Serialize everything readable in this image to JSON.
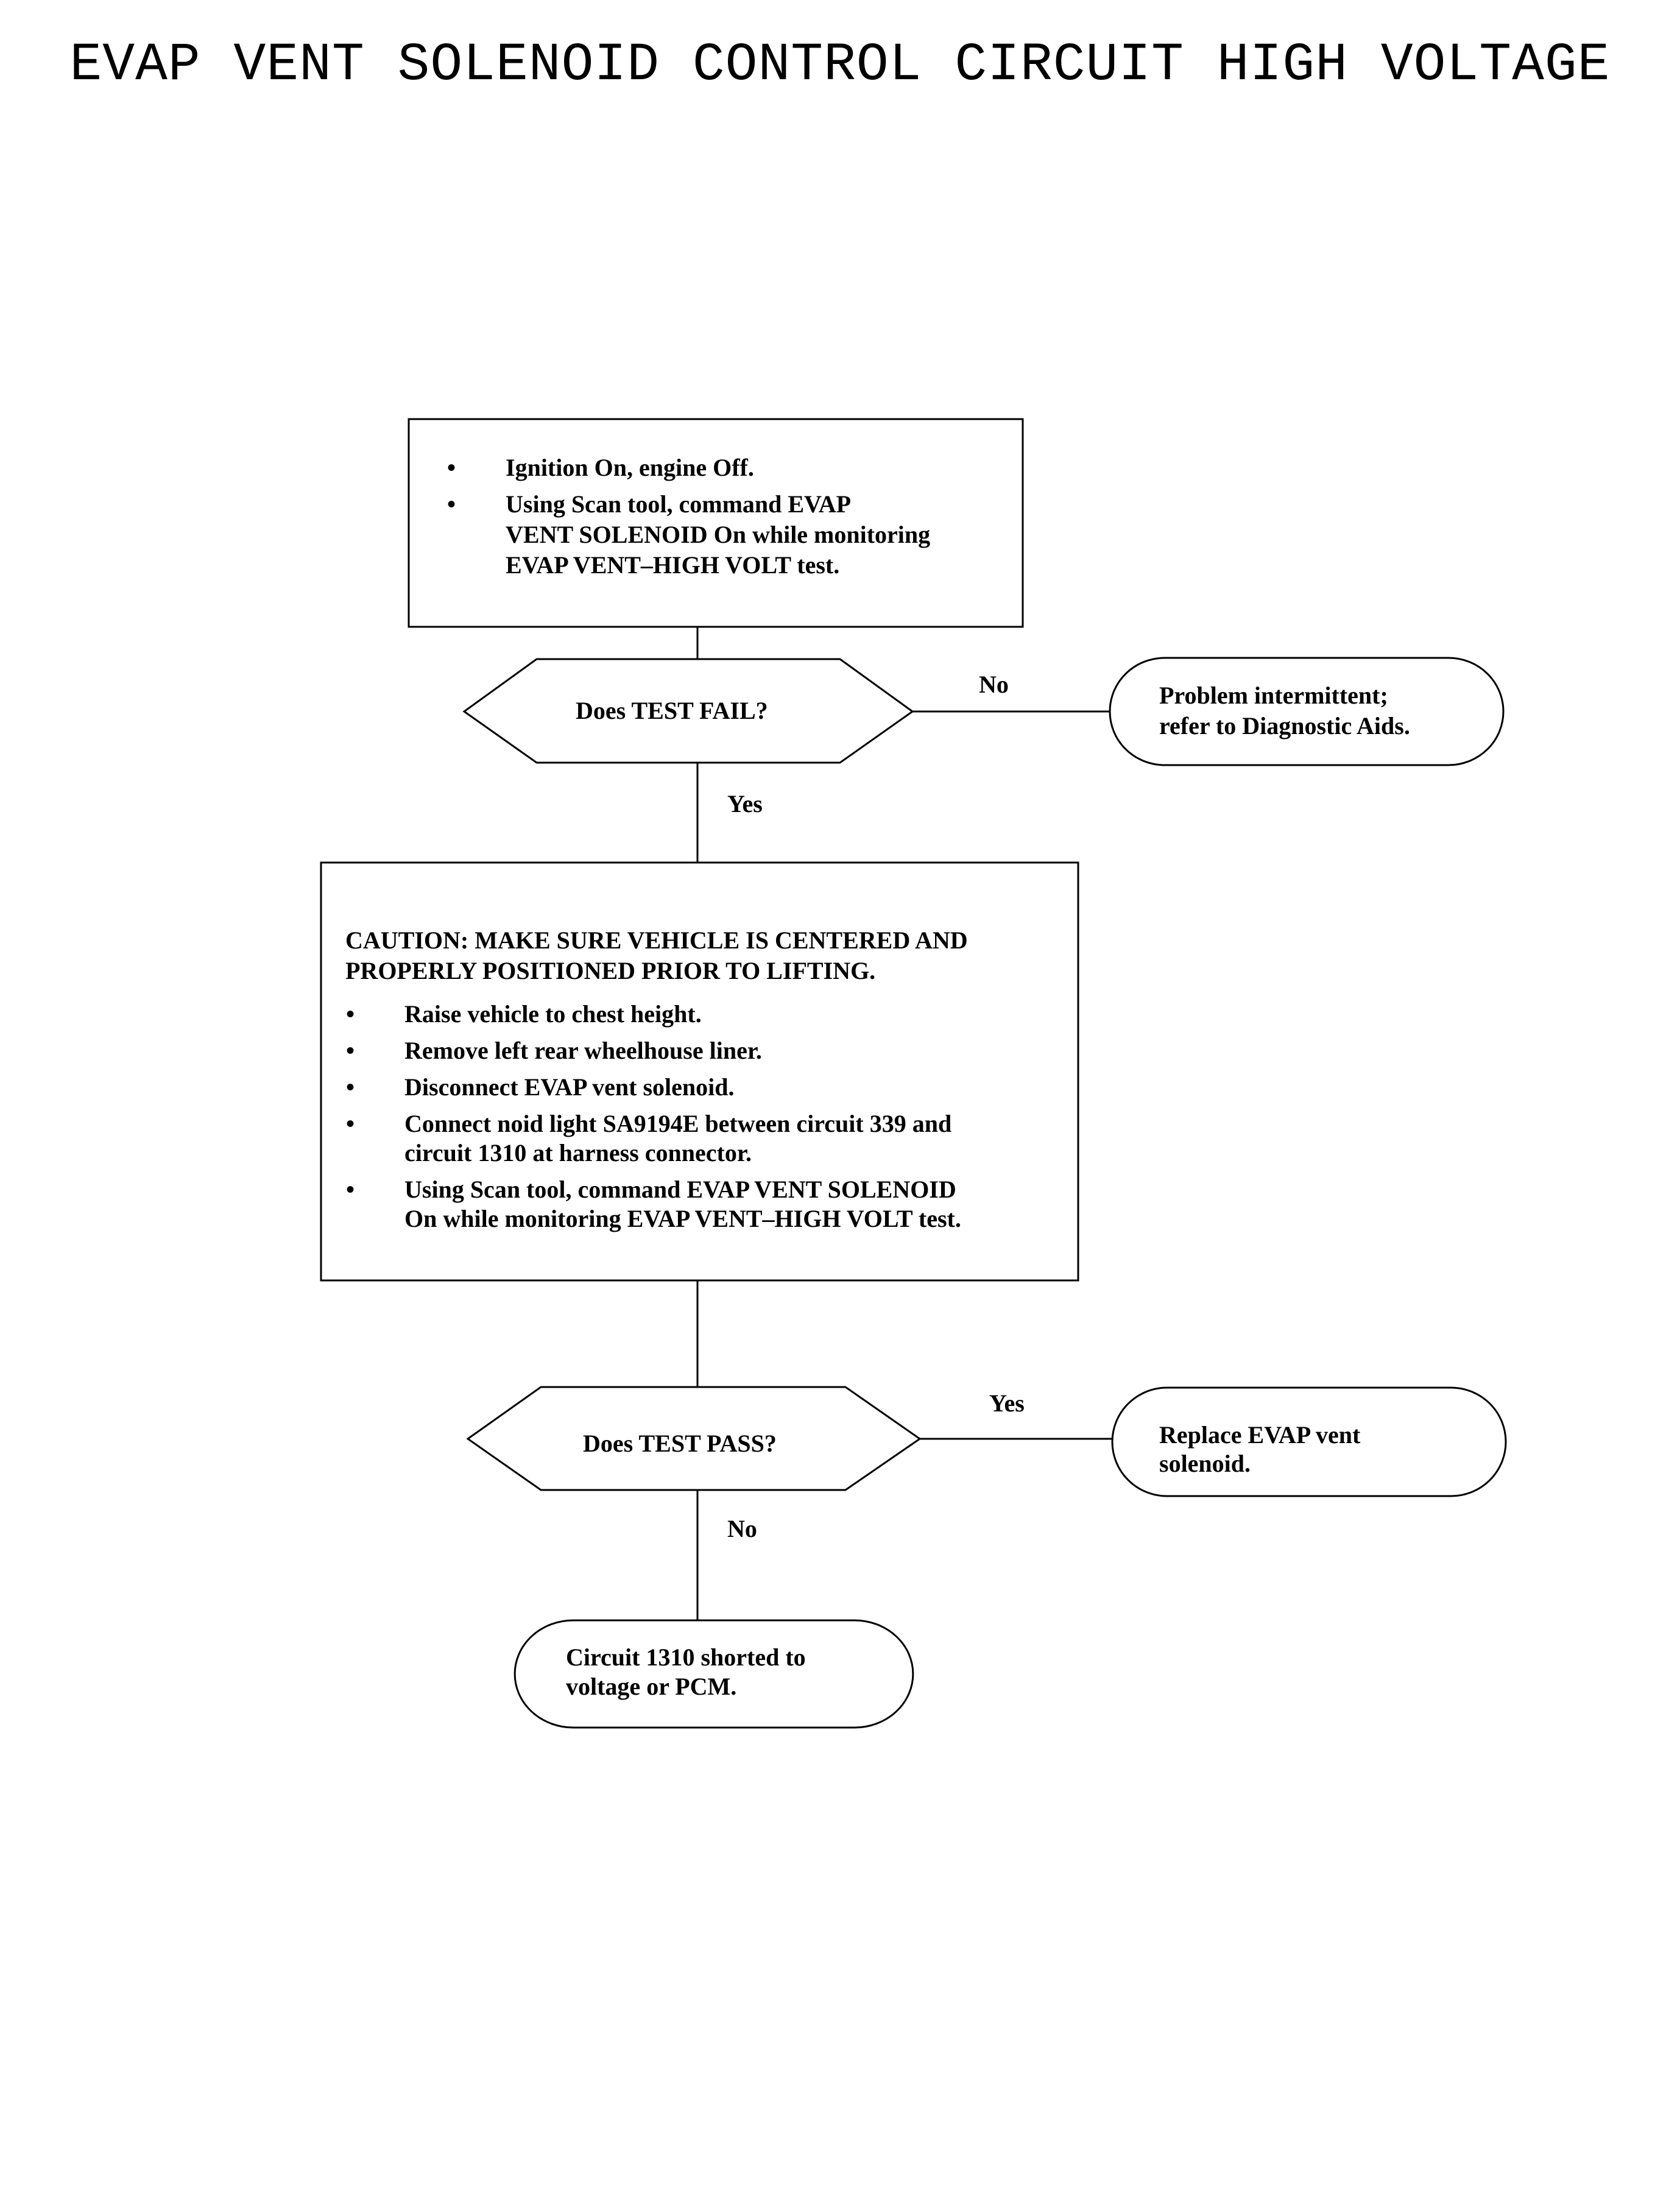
{
  "title": "EVAP VENT SOLENOID CONTROL CIRCUIT HIGH VOLTAGE",
  "step1": {
    "bullets": [
      "Ignition On, engine Off.",
      [
        "Using Scan tool, command EVAP",
        "VENT SOLENOID On while monitoring",
        "EVAP VENT–HIGH VOLT test."
      ]
    ]
  },
  "decision1": {
    "question": "Does TEST FAIL?",
    "no_label": "No",
    "yes_label": "Yes"
  },
  "result_intermittent": [
    "Problem intermittent;",
    "refer to Diagnostic Aids."
  ],
  "step2": {
    "caution": [
      "CAUTION: MAKE SURE VEHICLE IS CENTERED AND",
      "PROPERLY POSITIONED PRIOR TO LIFTING."
    ],
    "bullets": [
      [
        "Raise vehicle to chest height."
      ],
      [
        "Remove left rear wheelhouse liner."
      ],
      [
        "Disconnect EVAP vent solenoid."
      ],
      [
        "Connect noid light SA9194E between circuit 339 and",
        "circuit 1310 at harness connector."
      ],
      [
        "Using Scan tool, command EVAP VENT SOLENOID",
        "On while monitoring EVAP VENT–HIGH VOLT test."
      ]
    ]
  },
  "decision2": {
    "question": "Does TEST PASS?",
    "yes_label": "Yes",
    "no_label": "No"
  },
  "result_replace": [
    "Replace EVAP vent",
    "solenoid."
  ],
  "result_circuit": [
    "Circuit 1310 shorted to",
    "voltage or PCM."
  ],
  "bullet_char": "•"
}
